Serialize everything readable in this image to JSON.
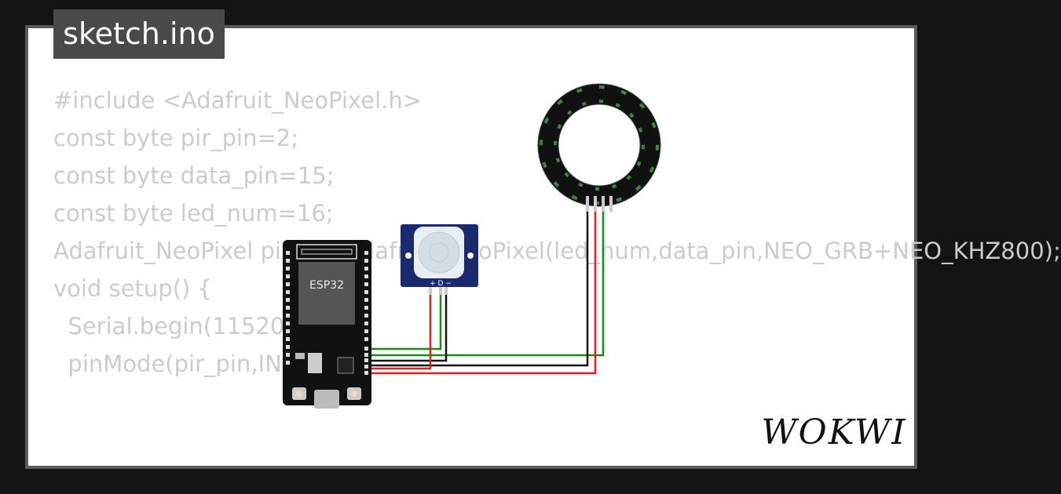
{
  "tab": {
    "filename": "sketch.ino"
  },
  "code": {
    "lines": [
      "#include <Adafruit_NeoPixel.h>",
      "const byte pir_pin=2;",
      "const byte data_pin=15;",
      "const byte led_num=16;",
      "",
      "Adafruit_NeoPixel pixels=Adafruit_NeoPixel(led_num,data_pin,NEO_GRB+NEO_KHZ800);",
      "",
      "",
      "void setup() {",
      "  Serial.begin(115200);",
      "  pinMode(pir_pin,INPUT);"
    ]
  },
  "board": {
    "chip_label": "ESP32"
  },
  "pir": {
    "pin_labels": "+ D −"
  },
  "brand": {
    "logo": "WOKWI"
  },
  "colors": {
    "background": "#141414",
    "card": "#ffffff",
    "code_text": "#cccccc",
    "tab_bg": "#4a4a4a",
    "wire_red": "#e02020",
    "wire_black": "#111111",
    "wire_green": "#1a8a1a",
    "pir_board": "#1a2a70",
    "ring_led": "#3a8a3a"
  }
}
